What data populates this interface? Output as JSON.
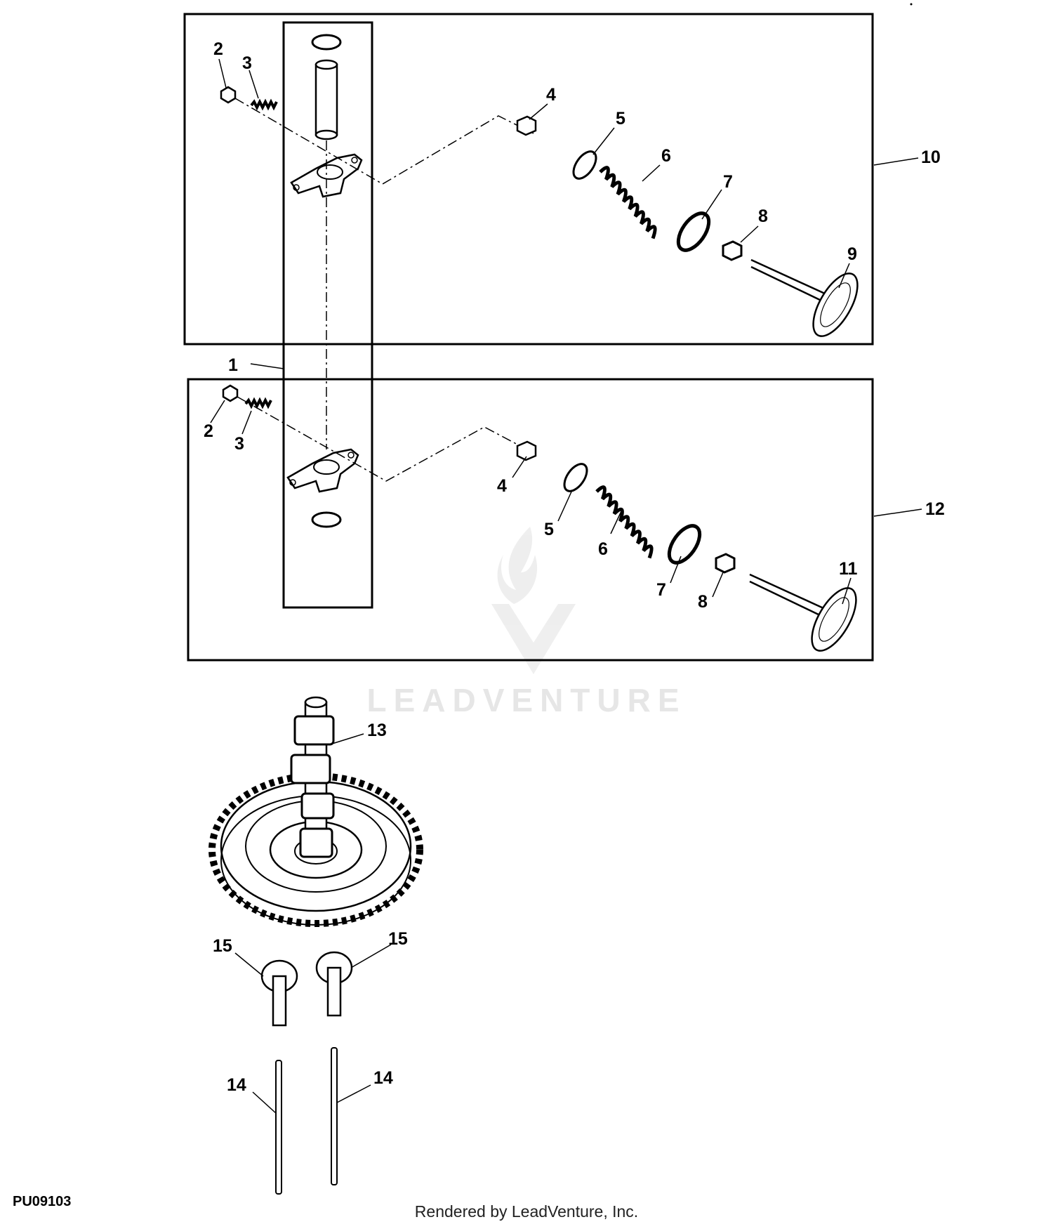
{
  "diagram_id": "PU09103",
  "render_credit": "Rendered by LeadVenture, Inc.",
  "watermark": {
    "text": "LEADVENTURE"
  },
  "callouts": {
    "c1": "1",
    "c2a": "2",
    "c3a": "3",
    "c4a": "4",
    "c5a": "5",
    "c6a": "6",
    "c7a": "7",
    "c8a": "8",
    "c9": "9",
    "c10": "10",
    "c2b": "2",
    "c3b": "3",
    "c4b": "4",
    "c5b": "5",
    "c6b": "6",
    "c7b": "7",
    "c8b": "8",
    "c11": "11",
    "c12": "12",
    "c13": "13",
    "c14a": "14",
    "c14b": "14",
    "c15a": "15",
    "c15b": "15"
  },
  "colors": {
    "line": "#000000",
    "watermark": "#e6e6e6"
  }
}
